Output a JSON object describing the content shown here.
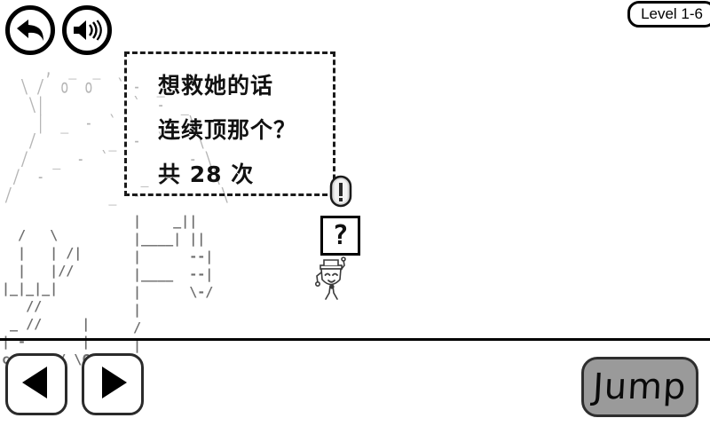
{
  "hud": {
    "level_badge": "Level 1-6",
    "back_icon": "back-arrow-icon",
    "sound_icon": "speaker-icon"
  },
  "dialogue": {
    "lines": [
      "想救她的话",
      "连续顶那个？",
      "共 28 次"
    ],
    "target_count": "28"
  },
  "world": {
    "question_block_label": "?",
    "coin_icon": "capsule-coin-icon",
    "player_icon": "player-character-icon",
    "ascii_figure_upper": "      ,  _  _\n   \\ /  o  o   ` -  _\n    \\|           `  -  _\n     |  _  -  `         \\\n    /         _  -  `    \\\n   /   _  -  `       _  - \\\n  /  -            _  -     \\\n /            _  -          \\",
    "ascii_figure_lower": "  /   \\\n  |   | /|\n  |   |//\n|_|_|_|\n   //\n _ //     |\n| -       |\nc_c_c_C/ \\C_c_c_c",
    "ascii_figure_mid": "|    _||\n|____| ||\n|      --|\n|____  --|\n|      \\-/\n|\n/\n|"
  },
  "controls": {
    "left_label": "left-arrow",
    "right_label": "right-arrow",
    "jump_label": "Jump"
  },
  "colors": {
    "background": "#ffffff",
    "ink": "#000000",
    "ascii_gray": "#9a9a9a",
    "jump_fill": "#9a9a9a"
  }
}
